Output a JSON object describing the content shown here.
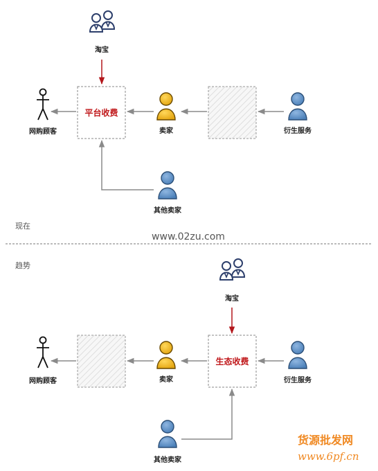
{
  "colors": {
    "arrow_gray": "#8a8a8a",
    "arrow_red": "#b3161b",
    "box_label": "#c0181b",
    "person_blue": "#5b8fc7",
    "person_yellow": "#f0b51c",
    "group_navy": "#2c3e6b",
    "watermark_orange": "#f08a24"
  },
  "watermark": "www.02zu.com",
  "corner_watermark": {
    "line1": "货源批发网",
    "line2": "www.6pf.cn"
  },
  "now": {
    "section_label": "现在",
    "taobao": "淘宝",
    "center_box": "平台收费",
    "middle_box": "",
    "customer": "网购顾客",
    "seller": "卖家",
    "other_sellers": "其他卖家",
    "services": "衍生服务"
  },
  "trend": {
    "section_label": "趋势",
    "taobao": "淘宝",
    "left_box": "",
    "center_box": "生态收费",
    "customer": "网购顾客",
    "seller": "卖家",
    "other_sellers": "其他卖家",
    "services": "衍生服务"
  }
}
